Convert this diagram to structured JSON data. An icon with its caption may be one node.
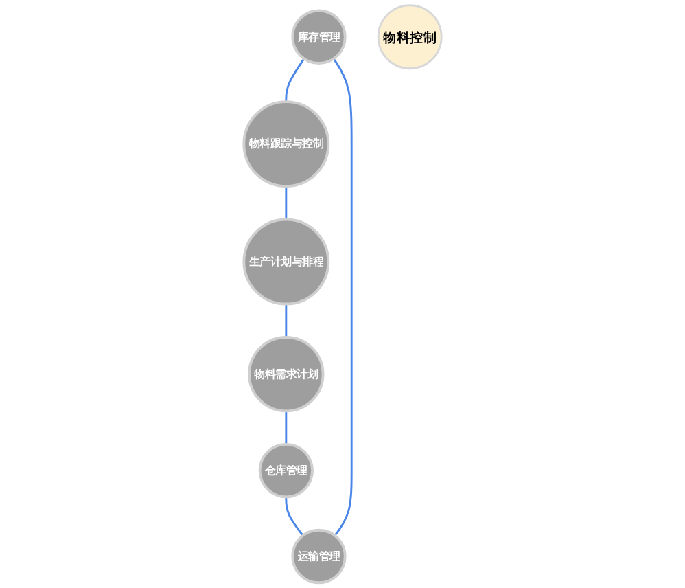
{
  "diagram": {
    "nodes": [
      {
        "text": [
          "库存管理"
        ]
      },
      {
        "text": [
          "运输管理"
        ]
      },
      {
        "text": [
          "物料跟踪与控制"
        ]
      },
      {
        "text": [
          "物料控制"
        ]
      },
      {
        "text": [
          "生产计划与排程"
        ]
      },
      {
        "text": [
          "仓库管理"
        ]
      },
      {
        "text": [
          "物料需求计划"
        ]
      }
    ],
    "edges": [
      {
        "from": 0,
        "to": 2,
        "arrow": "none"
      },
      {
        "from": 2,
        "to": 4,
        "arrow": "none"
      },
      {
        "from": 4,
        "to": 6,
        "arrow": "none"
      },
      {
        "from": 6,
        "to": 5,
        "arrow": "none"
      },
      {
        "from": 5,
        "to": 1,
        "arrow": "none"
      },
      {
        "from": 1,
        "to": 0,
        "arrow": "none"
      }
    ]
  }
}
